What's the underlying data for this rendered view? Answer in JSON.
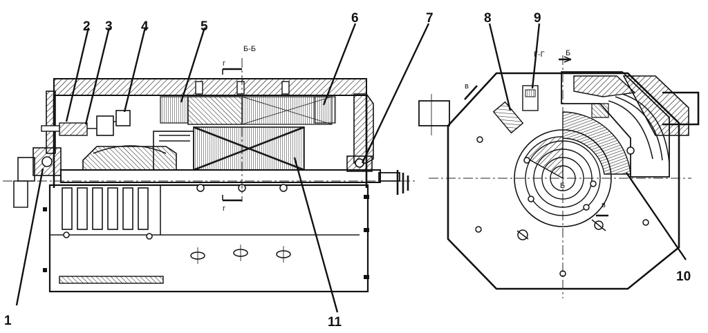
{
  "callouts": [
    "1",
    "2",
    "3",
    "4",
    "5",
    "6",
    "7",
    "8",
    "9",
    "10",
    "11"
  ],
  "section_marks": {
    "bb_title": "Б-Б",
    "gg_title": "Г-Г",
    "g_mark": "г",
    "b_mark": "Б",
    "v_mark": "в"
  }
}
